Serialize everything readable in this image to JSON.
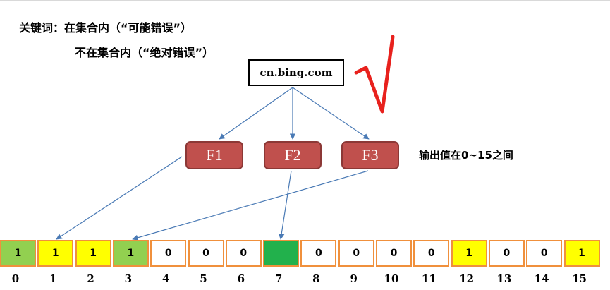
{
  "keywords": {
    "line1": "关键词：在集合内（“可能错误”）",
    "line2": "不在集合内（“绝对错误”）"
  },
  "url": "cn.bing.com",
  "hash_functions": [
    "F1",
    "F2",
    "F3"
  ],
  "output_note": "输出值在0~15之间",
  "bits": {
    "values": [
      "1",
      "1",
      "1",
      "1",
      "0",
      "0",
      "0",
      "",
      "0",
      "0",
      "0",
      "0",
      "1",
      "0",
      "0",
      "1"
    ],
    "indices": [
      "0",
      "1",
      "2",
      "3",
      "4",
      "5",
      "6",
      "7",
      "8",
      "9",
      "10",
      "11",
      "12",
      "13",
      "14",
      "15"
    ],
    "fills": [
      "#92d050",
      "#ffff00",
      "#ffff00",
      "#92d050",
      "#ffffff",
      "#ffffff",
      "#ffffff",
      "#22b14c",
      "#ffffff",
      "#ffffff",
      "#ffffff",
      "#ffffff",
      "#ffff00",
      "#ffffff",
      "#ffffff",
      "#ffff00"
    ]
  },
  "colors": {
    "function_box": "#c0504d",
    "arrow": "#4a7ab5",
    "cell_border": "#f0903c",
    "checkmark": "#e8211d"
  },
  "icons": {
    "checkmark": "checkmark-icon"
  }
}
